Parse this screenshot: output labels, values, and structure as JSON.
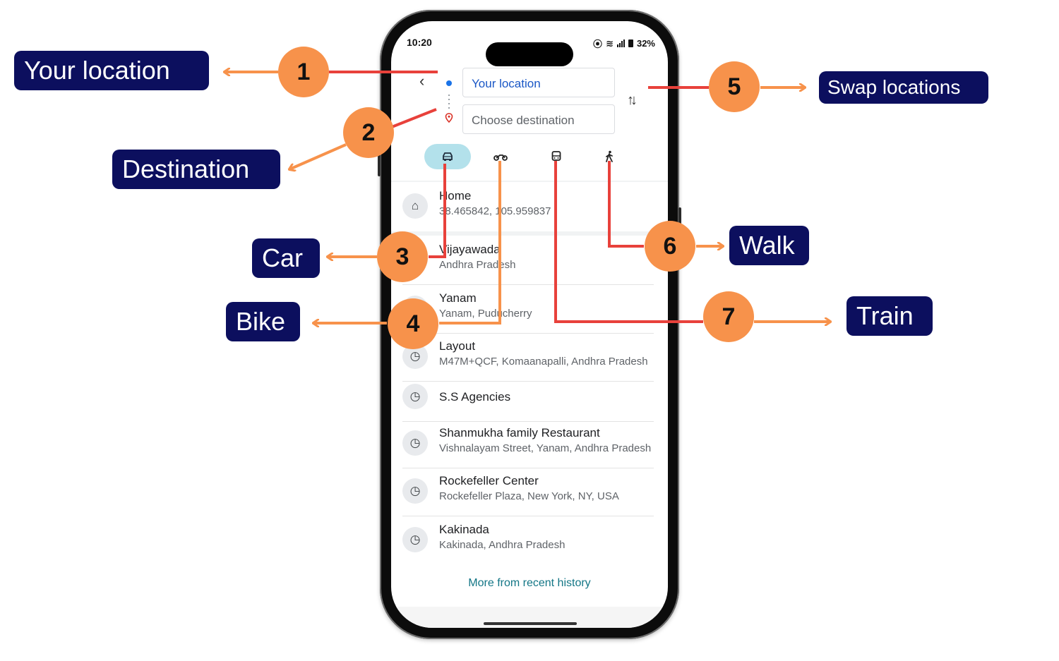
{
  "status_bar": {
    "time": "10:20",
    "battery": "32%"
  },
  "search": {
    "origin_value": "Your location",
    "destination_placeholder": "Choose destination"
  },
  "places": [
    {
      "title": "Home",
      "subtitle": "38.465842, 105.959837",
      "icon": "home-icon"
    },
    {
      "title": "Vijayawada",
      "subtitle": "Andhra Pradesh",
      "icon": "clock-icon"
    },
    {
      "title": "Yanam",
      "subtitle": "Yanam, Puducherry",
      "icon": "clock-icon"
    },
    {
      "title": "Layout",
      "subtitle": "M47M+QCF, Komaanapalli, Andhra Pradesh",
      "icon": "clock-icon"
    },
    {
      "title": "S.S Agencies",
      "subtitle": "",
      "icon": "clock-icon"
    },
    {
      "title": "Shanmukha family Restaurant",
      "subtitle": "Vishnalayam Street, Yanam, Andhra Pradesh",
      "icon": "clock-icon"
    },
    {
      "title": "Rockefeller Center",
      "subtitle": "Rockefeller Plaza, New York, NY, USA",
      "icon": "clock-icon"
    },
    {
      "title": "Kakinada",
      "subtitle": "Kakinada, Andhra Pradesh",
      "icon": "clock-icon"
    }
  ],
  "more_link": "More from recent history",
  "annotations": {
    "n1": "1",
    "n2": "2",
    "n3": "3",
    "n4": "4",
    "n5": "5",
    "n6": "6",
    "n7": "7",
    "your_location": "Your location",
    "destination": "Destination",
    "car": "Car",
    "bike": "Bike",
    "swap": "Swap locations",
    "walk": "Walk",
    "train": "Train"
  },
  "colors": {
    "label_bg": "#0c0f5e",
    "circle": "#f7924b",
    "arrow_orange": "#f7924b",
    "line_red": "#e8413b",
    "active_mode": "#b3e1eb",
    "link": "#137686"
  }
}
